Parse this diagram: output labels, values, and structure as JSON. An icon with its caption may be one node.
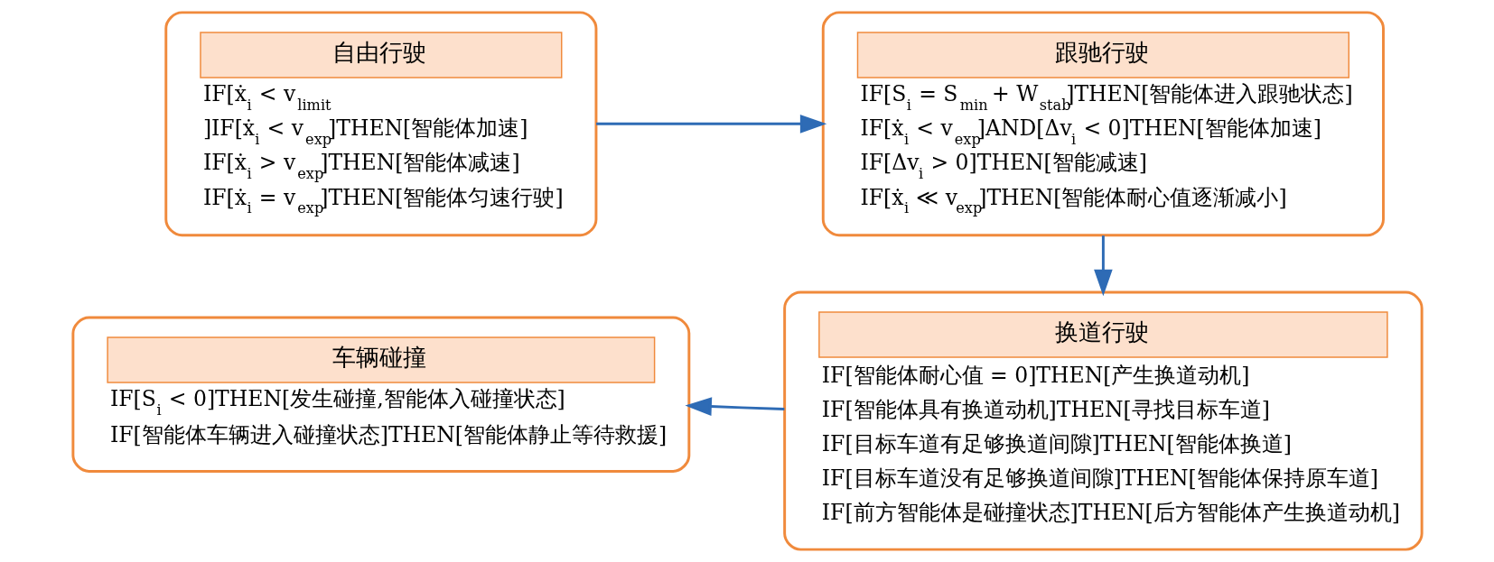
{
  "diagram": {
    "nodes": [
      {
        "text": [
          "自由行驶",
          "IF[ẋ$_{i}$ < v$_{limit}$]",
          "IF[ẋ$_{i}$ < v$_{exp}$]THEN[智能体加速]",
          "IF[ẋ$_{i}$ > v$_{exp}$]THEN[智能体减速]",
          "IF[ẋ$_{i}$ = v$_{exp}$]THEN[智能体匀速行驶]"
        ]
      },
      {
        "text": [
          "跟驰行驶",
          "IF[S$_{i}$ = S$_{min}$ + W$_{stab}$]THEN[智能体进入跟驰状态]",
          "IF[ẋ$_{i}$ < v$_{exp}$]AND[Δv$_{i}$ < 0]THEN[智能体加速]",
          "IF[Δv$_{i}$ > 0]THEN[智能减速]",
          "IF[ẋ$_{i}$ ≪ v$_{exp}$]THEN[智能体耐心值逐渐减小]"
        ]
      },
      {
        "text": [
          "车辆碰撞",
          "IF[S$_{i}$ < 0]THEN[发生碰撞,智能体入碰撞状态]",
          "IF[智能体车辆进入碰撞状态]THEN[智能体静止等待救援]"
        ]
      },
      {
        "text": [
          "换道行驶",
          "IF[智能体耐心值 = 0]THEN[产生换道动机]",
          "IF[智能体具有换道动机]THEN[寻找目标车道]",
          "IF[目标车道有足够换道间隙]THEN[智能体换道]",
          "IF[目标车道没有足够换道间隙]THEN[智能体保持原车道]",
          "IF[前方智能体是碰撞状态]THEN[后方智能体产生换道动机]"
        ]
      }
    ],
    "edges": [
      {
        "from": 0,
        "to": 1,
        "arrow": "to"
      },
      {
        "from": 1,
        "to": 3,
        "arrow": "to"
      },
      {
        "from": 3,
        "to": 2,
        "arrow": "to"
      }
    ]
  }
}
